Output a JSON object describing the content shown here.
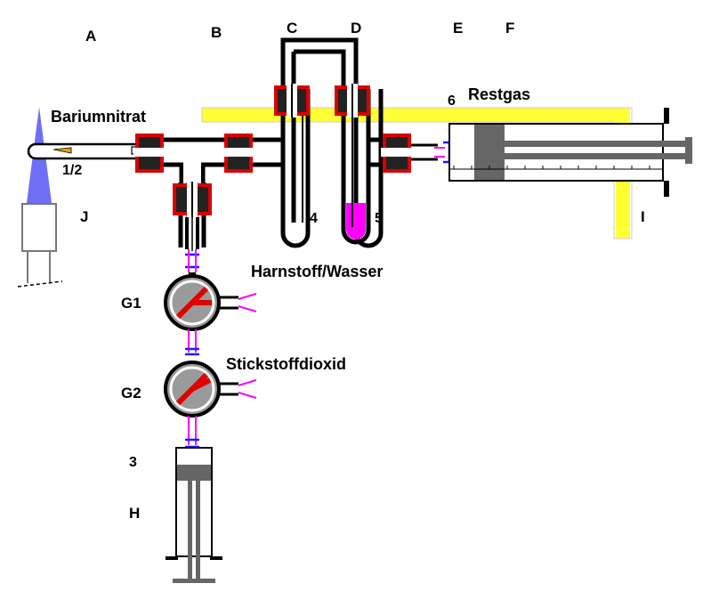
{
  "letters": {
    "A": "A",
    "B": "B",
    "C": "C",
    "D": "D",
    "E": "E",
    "F": "F",
    "G1": "G1",
    "G2": "G2",
    "H": "H",
    "I": "I",
    "J": "J"
  },
  "numbers": {
    "n12": "1/2",
    "n3": "3",
    "n4": "4",
    "n5": "5",
    "n6": "6"
  },
  "substances": {
    "bariumnitrat": "Bariumnitrat",
    "restgas": "Restgas",
    "harnstoff": "Harnstoff/Wasser",
    "stickstoffdioxid": "Stickstoffdioxid"
  },
  "colors": {
    "flame": "#6f6ff5",
    "yellow_tube": "#ffff33",
    "stopper_red": "#d90000",
    "stopper_fill": "#222222",
    "liquid_magenta": "#ff00ff",
    "valve_gray": "#9a9a9a",
    "valve_handle": "#e00000",
    "plunger_gray": "#666666",
    "connector_blue": "#1a1aff",
    "sample_orange": "#e8a400"
  }
}
